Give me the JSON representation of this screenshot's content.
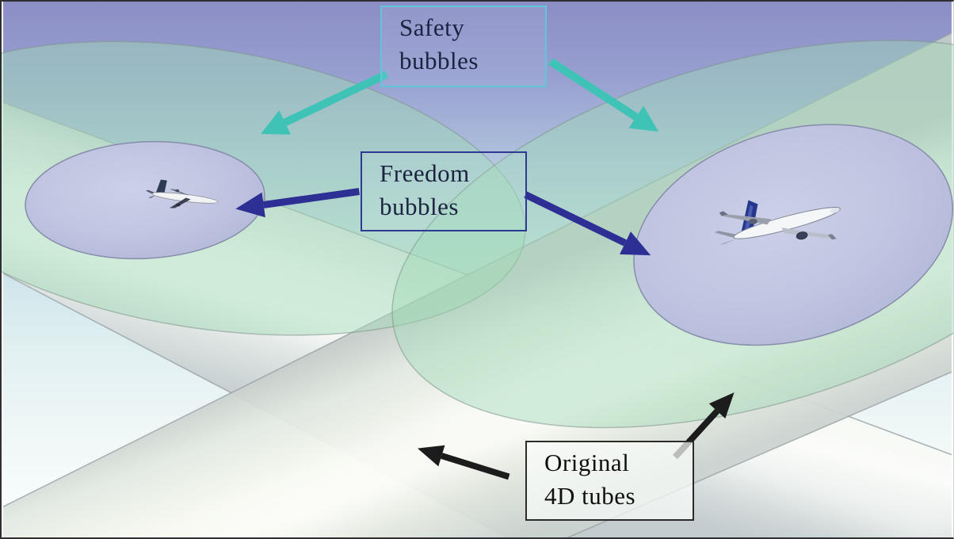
{
  "annotations": {
    "safety_bubbles": {
      "label_line1": "Safety",
      "label_line2": "bubbles",
      "box_border_color": "#62c6da",
      "arrow_color": "#3fc3b7",
      "text_color": "#1b2340"
    },
    "freedom_bubbles": {
      "label_line1": "Freedom",
      "label_line2": "bubbles",
      "box_border_color": "#2c3a91",
      "arrow_color": "#2e2f95",
      "text_color": "#1b2340"
    },
    "original_4d_tubes": {
      "label_line1": "Original",
      "label_line2": "4D tubes",
      "box_border_color": "#2b2b2b",
      "arrow_color": "#1c1c1c",
      "text_color": "#101010"
    }
  },
  "scene": {
    "aircraft_count": 2,
    "safety_bubble_count": 2,
    "freedom_bubble_count": 2,
    "tube_count": 2,
    "colors": {
      "background_top": "#8c8ec5",
      "background_bottom": "#fcfefe",
      "safety_bubble_fill": "#a0dab6",
      "freedom_bubble_fill": "#b9bedf",
      "tube_fill": "#f2f5f0",
      "aircraft_tail": "#25368c"
    }
  }
}
